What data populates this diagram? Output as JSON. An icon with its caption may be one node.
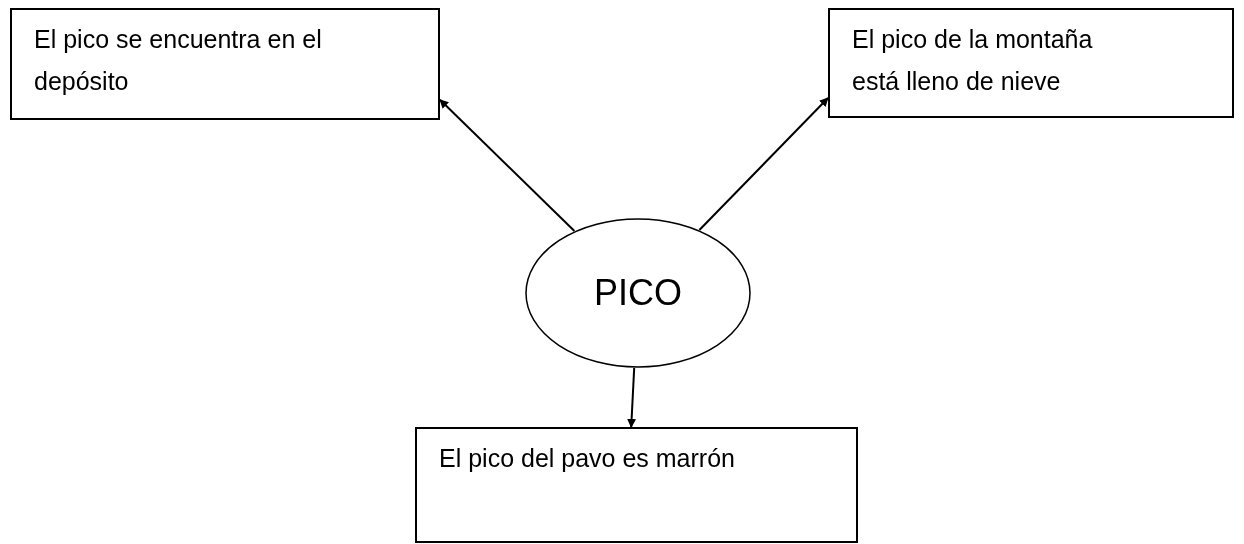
{
  "diagram": {
    "nodes": [
      {
        "text": [
          "El pico se encuentra en el depósito"
        ]
      },
      {
        "text": [
          "El pico de la montaña está lleno de nieve"
        ]
      },
      {
        "text": [
          "PICO"
        ]
      },
      {
        "text": [
          "El pico del pavo es marrón"
        ]
      }
    ],
    "edges": [
      {
        "from": 2,
        "to": 0,
        "arrow": "to"
      },
      {
        "from": 2,
        "to": 1,
        "arrow": "to"
      },
      {
        "from": 2,
        "to": 3,
        "arrow": "to"
      }
    ]
  }
}
